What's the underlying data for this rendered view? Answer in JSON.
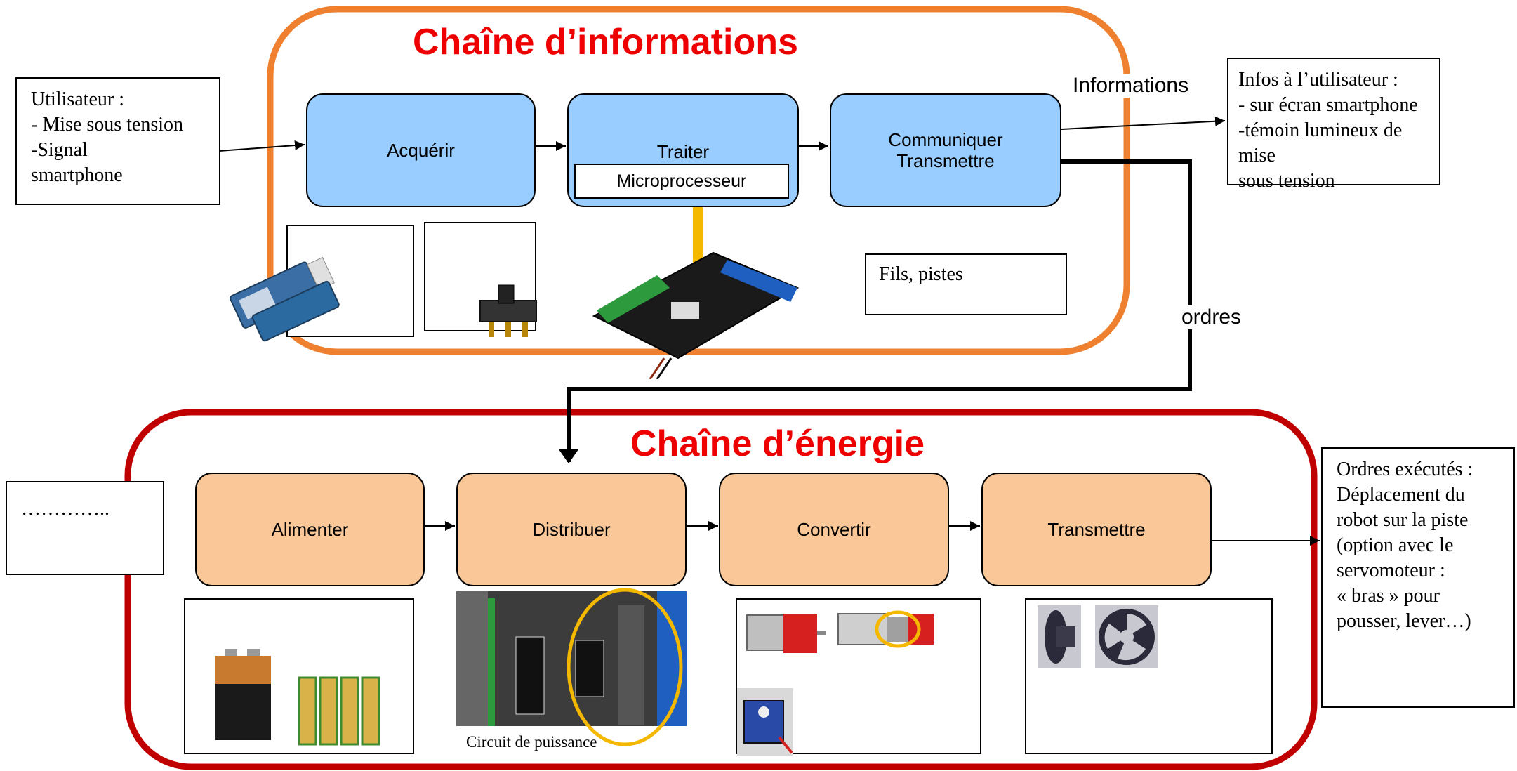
{
  "colors": {
    "info_frame": "#ee8030",
    "energy_frame": "#c00000",
    "title_red": "#ee0000",
    "info_box": "#99ccff",
    "energy_box": "#fac898",
    "highlight": "#f5b800"
  },
  "info_chain": {
    "title": "Chaîne d’informations",
    "steps": {
      "acquerir": "Acquérir",
      "traiter": "Traiter",
      "communiquer": "Communiquer\nTransmettre"
    },
    "microprocessor": "Microprocesseur",
    "wires": "Fils, pistes"
  },
  "energy_chain": {
    "title": "Chaîne d’énergie",
    "steps": {
      "alimenter": "Alimenter",
      "distribuer": "Distribuer",
      "convertir": "Convertir",
      "transmettre": "Transmettre"
    },
    "circuit_caption": "Circuit de puissance"
  },
  "user_box": "Utilisateur :\n- Mise sous tension\n-Signal\nsmartphone",
  "infos_out_box": "Infos à l’utilisateur :\n- sur écran smartphone\n-témoin lumineux de mise\nsous tension",
  "label_informations": "Informations",
  "label_ordres": "ordres",
  "input_energy_box": "…………..",
  "orders_box": "Ordres exécutés :\nDéplacement du\nrobot sur la piste\n(option avec le\nservomoteur  :\n« bras » pour\npousser, lever…)",
  "icons": [
    "bluetooth-module-icon",
    "slide-switch-icon",
    "microcontroller-board-icon",
    "battery-9v-icon",
    "aa-batteries-icon",
    "power-circuit-board-icon",
    "dc-motor-icon",
    "gear-motor-icon",
    "servo-motor-icon",
    "hub-icon",
    "wheel-icon"
  ]
}
